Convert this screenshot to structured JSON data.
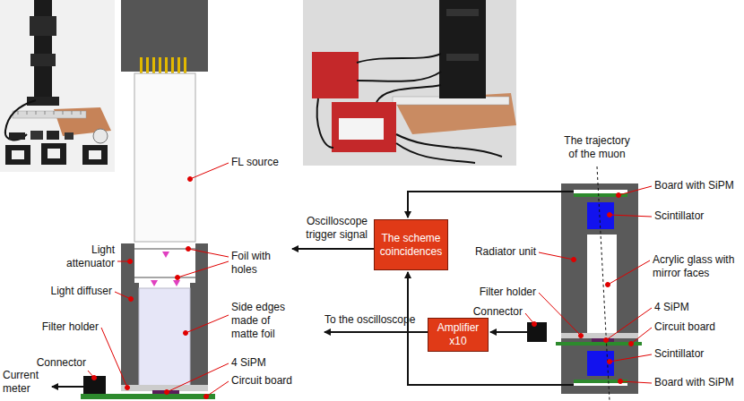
{
  "diagram": {
    "nodes": [
      {
        "text": [
          "The scheme coincidences"
        ]
      },
      {
        "text": [
          "Amplifier x10"
        ]
      }
    ],
    "labels": [
      "FL source",
      "Light attenuator",
      "Foil with holes",
      "Light diffuser",
      "Side edges made of matte foil",
      "Filter holder",
      "4 SiPM",
      "Connector",
      "Circuit board",
      "Current meter",
      "The trajectory of the muon",
      "Board with SiPM",
      "Scintillator",
      "Oscilloscope trigger signal",
      "Radiator unit",
      "Acrylic glass with mirror faces",
      "Filter holder",
      "Connector",
      "4 SiPM",
      "Circuit board",
      "To the oscilloscope",
      "Scintillator",
      "Board with SiPM"
    ]
  }
}
